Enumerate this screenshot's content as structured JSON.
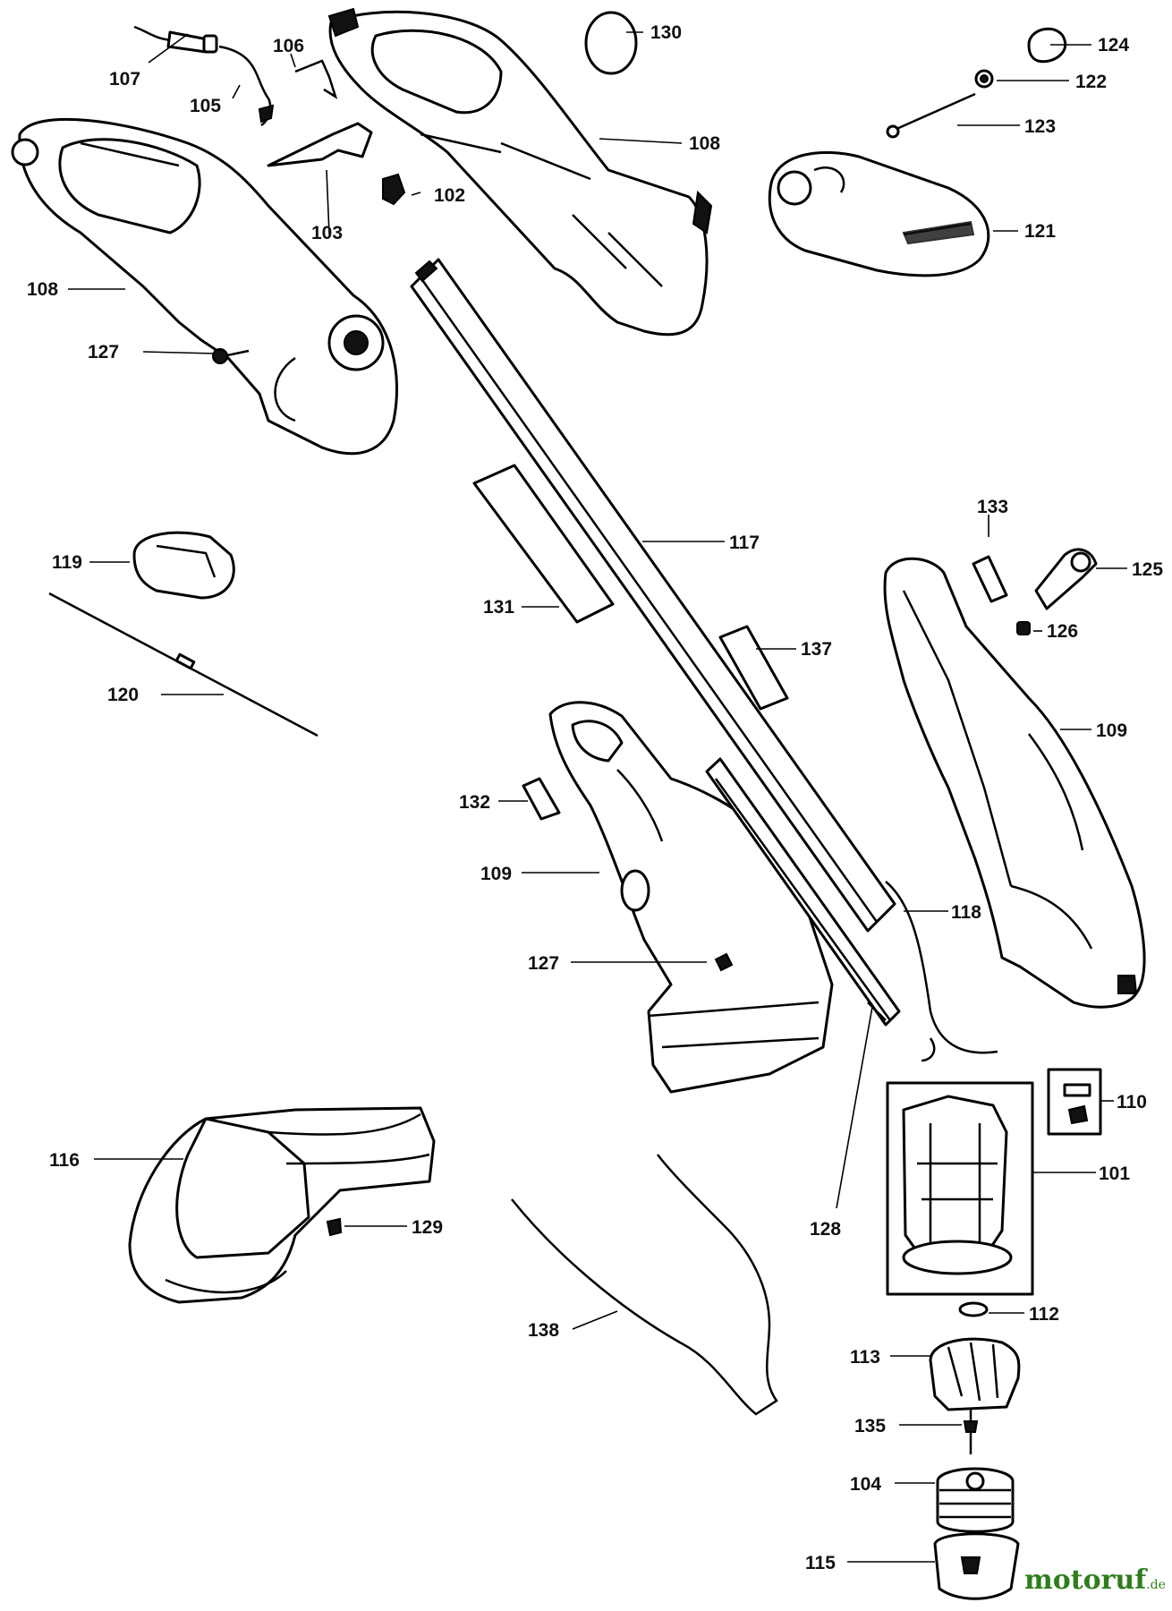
{
  "callouts": {
    "c101": "101",
    "c102": "102",
    "c103": "103",
    "c104": "104",
    "c105": "105",
    "c106": "106",
    "c107": "107",
    "c108a": "108",
    "c108b": "108",
    "c109a": "109",
    "c109b": "109",
    "c110": "110",
    "c112": "112",
    "c113": "113",
    "c115": "115",
    "c116": "116",
    "c117": "117",
    "c118": "118",
    "c119": "119",
    "c120": "120",
    "c121": "121",
    "c122": "122",
    "c123": "123",
    "c124": "124",
    "c125": "125",
    "c126": "126",
    "c127a": "127",
    "c127b": "127",
    "c128": "128",
    "c129": "129",
    "c130": "130",
    "c131": "131",
    "c132": "132",
    "c133": "133",
    "c135": "135",
    "c137": "137",
    "c138": "138"
  },
  "watermark": {
    "brand": "motoruf",
    "suffix": ".de",
    "brand_color": "#2f7d1e",
    "dot_color": "#c0392b"
  }
}
